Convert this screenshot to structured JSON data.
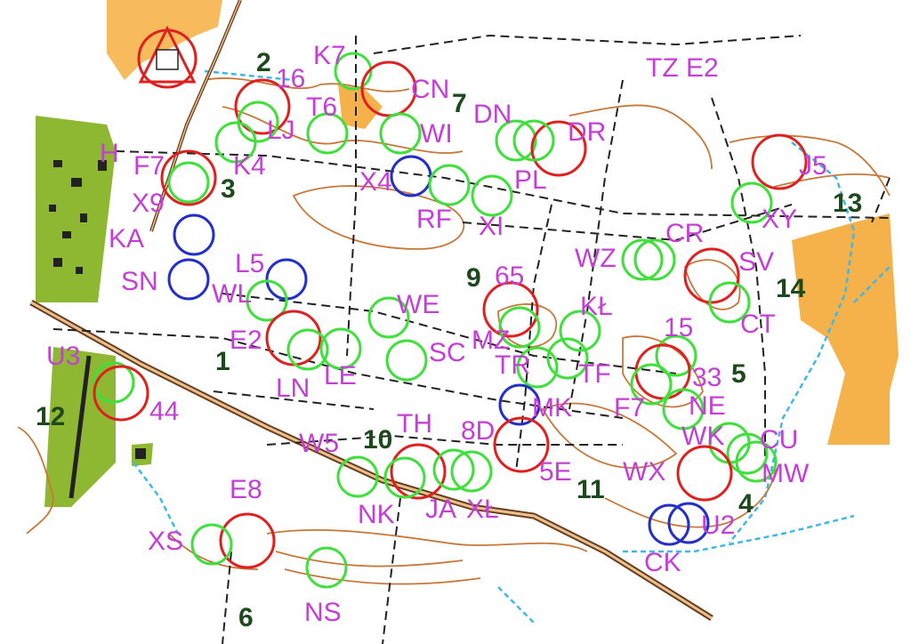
{
  "map": {
    "colors": {
      "paper": "#ffffff",
      "forest_green": "#8fb832",
      "dark_green": "#3f7a1e",
      "yellow_open": "#f6b24a",
      "contour_brown": "#c7783a",
      "road_edge": "#6b3d1c",
      "road_fill": "#e9c08f",
      "water_blue": "#41b7e8",
      "black_path": "#222222",
      "control_red": "#e0201e",
      "control_green": "#3fe03c",
      "control_blue": "#2230c8",
      "label_purple": "#c43fd6",
      "number_green": "#1d4a1d"
    },
    "start_symbol": "start-triangle-icon",
    "control_codes": [
      {
        "code": "K7",
        "ring": "green"
      },
      {
        "code": "16",
        "ring": "red"
      },
      {
        "code": "CN",
        "ring": "red"
      },
      {
        "code": "T6",
        "ring": "green"
      },
      {
        "code": "DN",
        "ring": "green"
      },
      {
        "code": "DR",
        "ring": "red"
      },
      {
        "code": "TZ E2",
        "ring": "none"
      },
      {
        "code": "LJ",
        "ring": "green"
      },
      {
        "code": "WI",
        "ring": "green"
      },
      {
        "code": "K4",
        "ring": "green"
      },
      {
        "code": "H",
        "ring": "none"
      },
      {
        "code": "F7",
        "ring": "red"
      },
      {
        "code": "X4",
        "ring": "blue"
      },
      {
        "code": "PL",
        "ring": "green"
      },
      {
        "code": "J5",
        "ring": "red"
      },
      {
        "code": "X9",
        "ring": "green"
      },
      {
        "code": "RF",
        "ring": "green"
      },
      {
        "code": "XI",
        "ring": "green"
      },
      {
        "code": "XY",
        "ring": "green"
      },
      {
        "code": "KA",
        "ring": "blue"
      },
      {
        "code": "CR",
        "ring": "green"
      },
      {
        "code": "WZ",
        "ring": "green"
      },
      {
        "code": "SV",
        "ring": "red"
      },
      {
        "code": "SN",
        "ring": "blue"
      },
      {
        "code": "L5",
        "ring": "blue"
      },
      {
        "code": "65",
        "ring": "red"
      },
      {
        "code": "WL",
        "ring": "green"
      },
      {
        "code": "WE",
        "ring": "green"
      },
      {
        "code": "KŁ",
        "ring": "green"
      },
      {
        "code": "CT",
        "ring": "green"
      },
      {
        "code": "15",
        "ring": "green"
      },
      {
        "code": "E2",
        "ring": "red"
      },
      {
        "code": "MZ",
        "ring": "green"
      },
      {
        "code": "U3",
        "ring": "green"
      },
      {
        "code": "SC",
        "ring": "green"
      },
      {
        "code": "TR",
        "ring": "green"
      },
      {
        "code": "TF",
        "ring": "green"
      },
      {
        "code": "33",
        "ring": "red"
      },
      {
        "code": "LE",
        "ring": "green"
      },
      {
        "code": "LN",
        "ring": "green"
      },
      {
        "code": "44",
        "ring": "red"
      },
      {
        "code": "MK",
        "ring": "blue"
      },
      {
        "code": "F7",
        "ring": "green"
      },
      {
        "code": "NE",
        "ring": "green"
      },
      {
        "code": "TH",
        "ring": "red"
      },
      {
        "code": "8D",
        "ring": "red"
      },
      {
        "code": "W5",
        "ring": "green"
      },
      {
        "code": "CU",
        "ring": "green"
      },
      {
        "code": "WK",
        "ring": "green"
      },
      {
        "code": "5E",
        "ring": "none"
      },
      {
        "code": "WX",
        "ring": "red"
      },
      {
        "code": "MW",
        "ring": "green"
      },
      {
        "code": "E8",
        "ring": "red"
      },
      {
        "code": "NK",
        "ring": "green"
      },
      {
        "code": "JA",
        "ring": "green"
      },
      {
        "code": "XŁ",
        "ring": "green"
      },
      {
        "code": "U2",
        "ring": "blue"
      },
      {
        "code": "XS",
        "ring": "green"
      },
      {
        "code": "CK",
        "ring": "blue"
      },
      {
        "code": "NS",
        "ring": "green"
      }
    ],
    "leg_numbers": [
      "2",
      "7",
      "3",
      "13",
      "9",
      "14",
      "1",
      "5",
      "12",
      "10",
      "11",
      "4",
      "6"
    ]
  }
}
